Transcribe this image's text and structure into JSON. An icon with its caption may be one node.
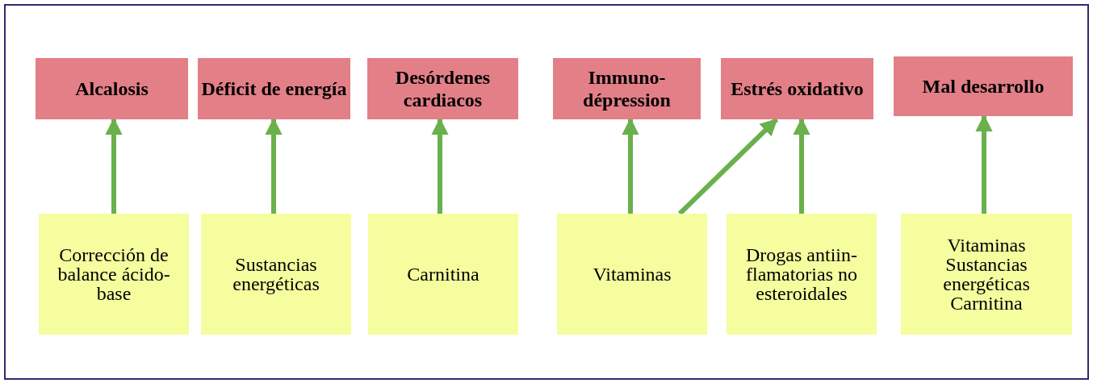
{
  "diagram": {
    "nodes": [
      {
        "text": [
          "Alcalosis"
        ]
      },
      {
        "text": [
          "Déficit de energía"
        ]
      },
      {
        "text": [
          "Desórdenes cardiacos"
        ]
      },
      {
        "text": [
          "Immuno- dépression"
        ]
      },
      {
        "text": [
          "Estrés oxidativo"
        ]
      },
      {
        "text": [
          "Mal desarrollo"
        ]
      },
      {
        "text": [
          "Corrección de balance ácido-base"
        ]
      },
      {
        "text": [
          "Sustancias energéticas"
        ]
      },
      {
        "text": [
          "Carnitina"
        ]
      },
      {
        "text": [
          "Vitaminas"
        ]
      },
      {
        "text": [
          "Drogas antiin- flamatorias no esteroidales"
        ]
      },
      {
        "text": [
          "Vitaminas",
          "Sustancias energéticas",
          "Carnitina"
        ]
      }
    ],
    "edges": [
      {
        "from": 6,
        "to": 0,
        "arrow": "to"
      },
      {
        "from": 7,
        "to": 1,
        "arrow": "to"
      },
      {
        "from": 8,
        "to": 2,
        "arrow": "to"
      },
      {
        "from": 9,
        "to": 3,
        "arrow": "to"
      },
      {
        "from": 9,
        "to": 4,
        "arrow": "to"
      },
      {
        "from": 10,
        "to": 4,
        "arrow": "to"
      },
      {
        "from": 11,
        "to": 5,
        "arrow": "to"
      }
    ]
  }
}
